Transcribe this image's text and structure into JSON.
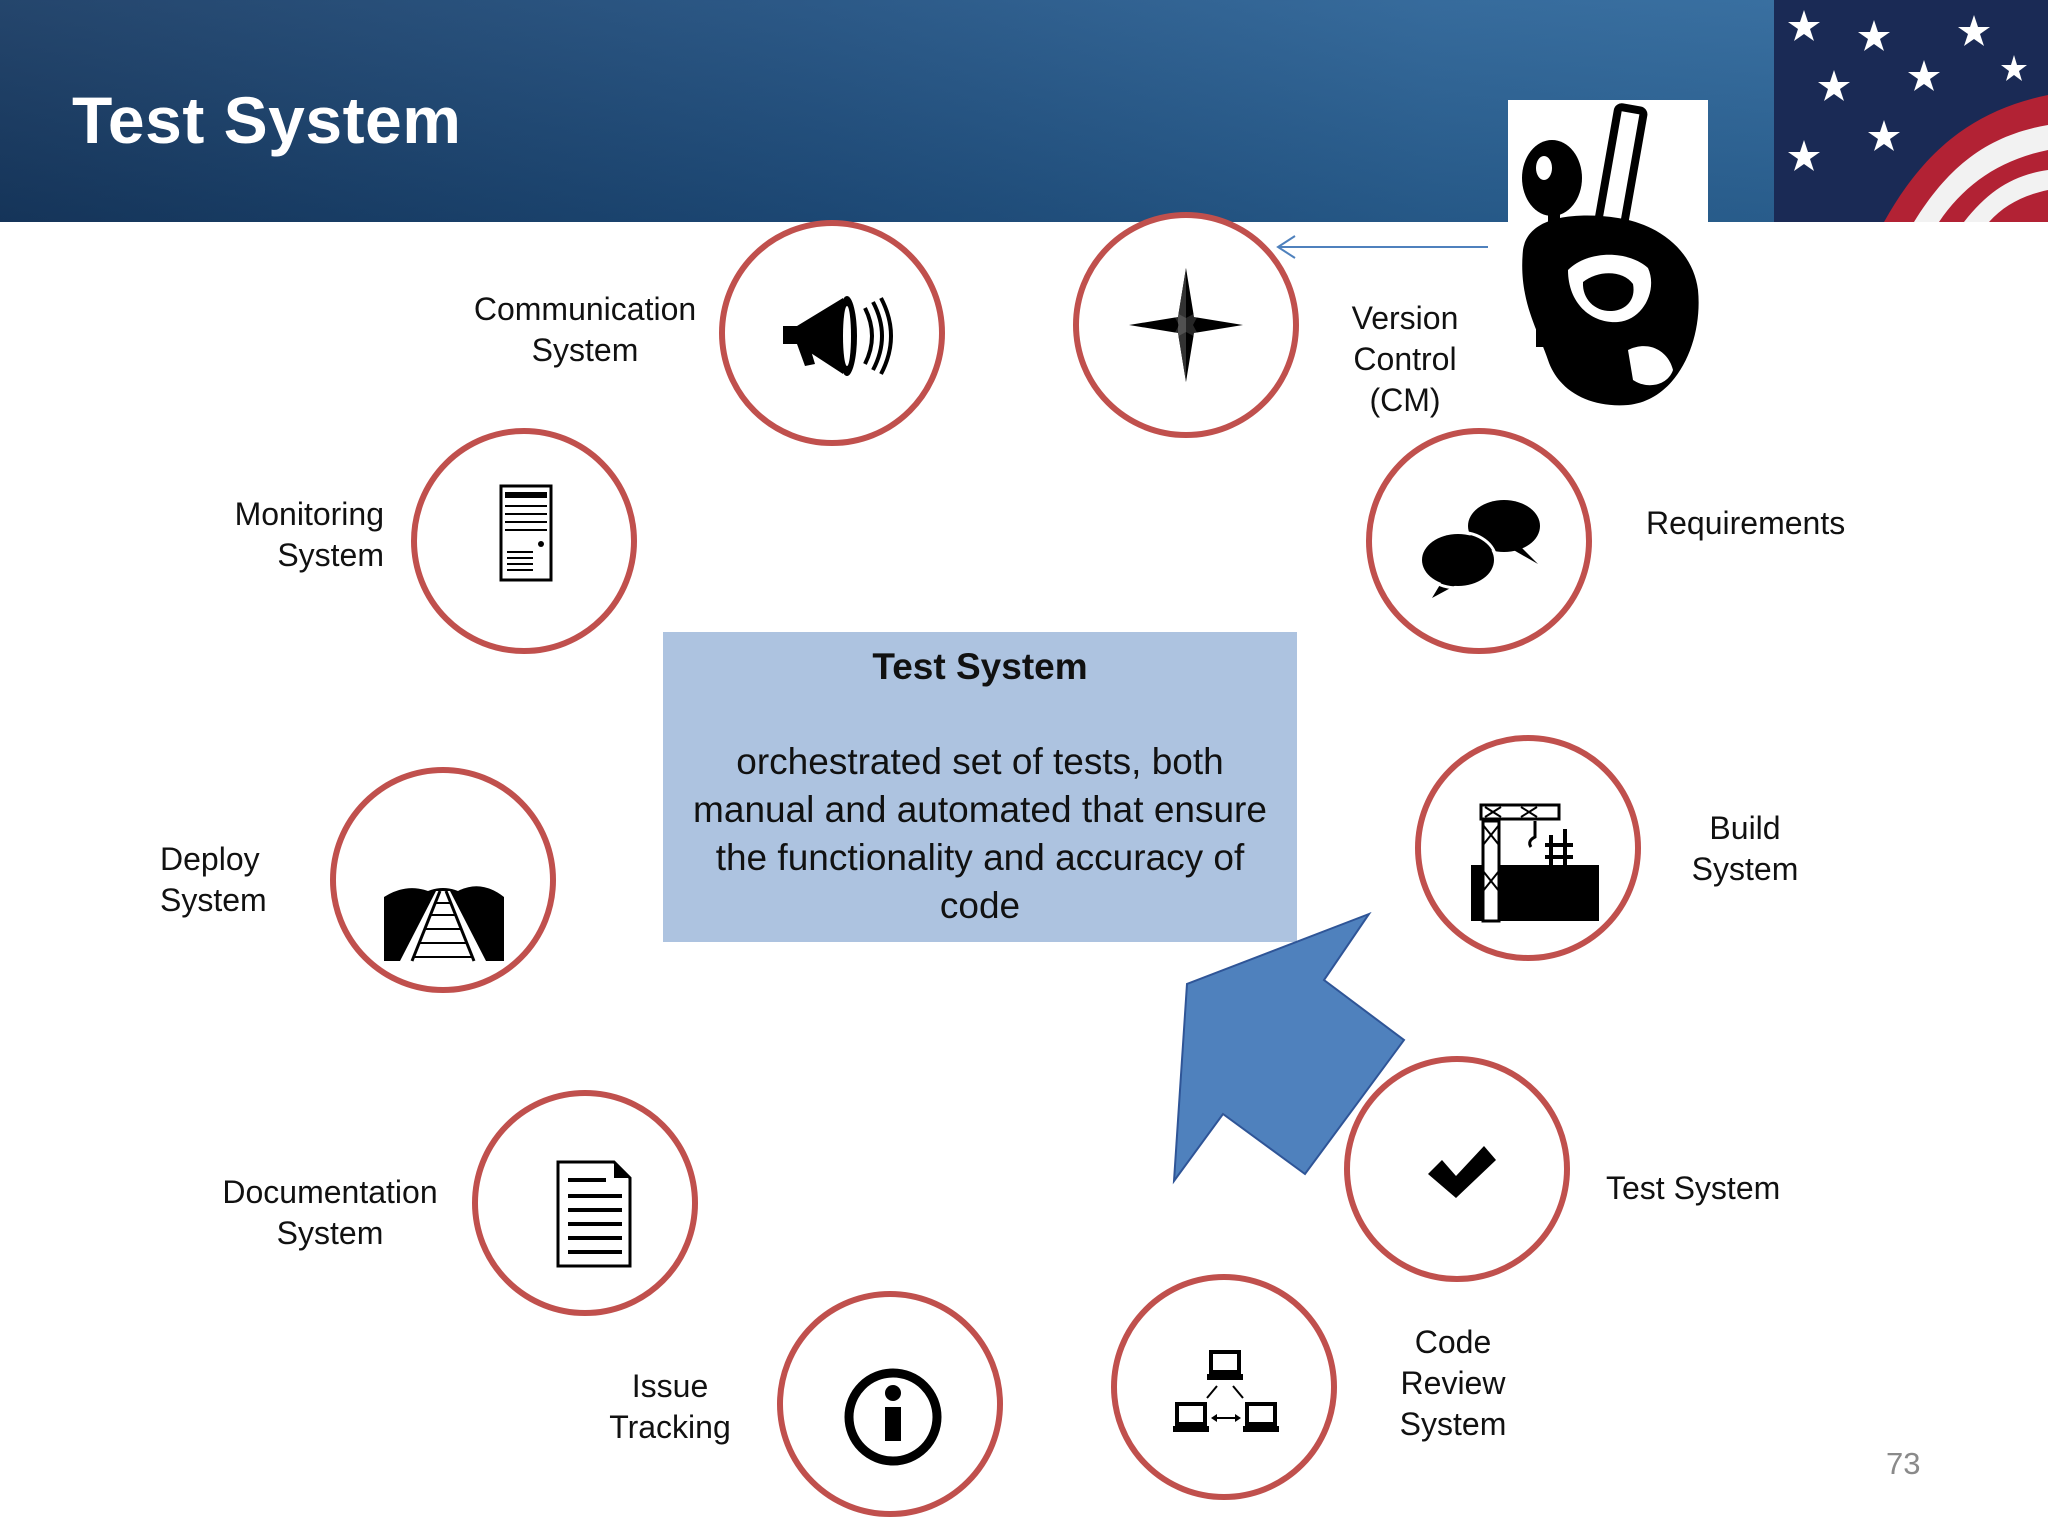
{
  "header": {
    "title": "Test System"
  },
  "center_box": {
    "title": "Test System",
    "description": "orchestrated set of tests, both manual and automated that ensure the functionality and accuracy of code"
  },
  "nodes": [
    {
      "label_lines": [
        "Communication",
        "System"
      ],
      "icon": "megaphone-icon"
    },
    {
      "label_lines": [
        "Version",
        "Control",
        "(CM)"
      ],
      "icon": "compass-star-icon"
    },
    {
      "label_lines": [
        "Requirements"
      ],
      "icon": "speech-bubbles-icon"
    },
    {
      "label_lines": [
        "Monitoring",
        "System"
      ],
      "icon": "server-tower-icon"
    },
    {
      "label_lines": [
        "Deploy",
        "System"
      ],
      "icon": "railroad-tracks-icon"
    },
    {
      "label_lines": [
        "Build",
        "System"
      ],
      "icon": "construction-crane-icon"
    },
    {
      "label_lines": [
        "Test System"
      ],
      "icon": "checkmark-icon"
    },
    {
      "label_lines": [
        "Documentation",
        "System"
      ],
      "icon": "document-icon"
    },
    {
      "label_lines": [
        "Issue",
        "Tracking"
      ],
      "icon": "info-icon"
    },
    {
      "label_lines": [
        "Code",
        "Review",
        "System"
      ],
      "icon": "network-computers-icon"
    }
  ],
  "page_number": "73",
  "colors": {
    "header": "#1f4f80",
    "circle_border": "#c0504d",
    "center_box": "#adc3e0",
    "arrow": "#4f81bd"
  }
}
